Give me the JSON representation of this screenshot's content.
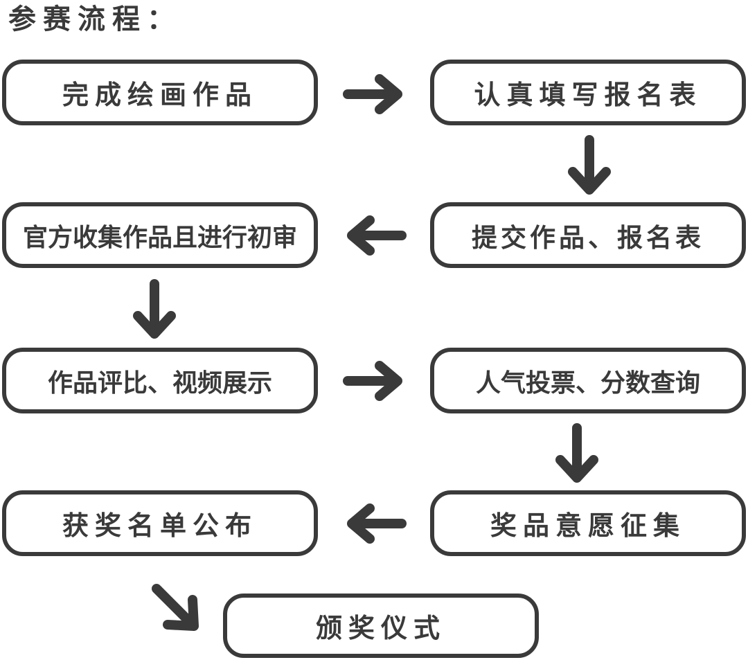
{
  "title": "参赛流程：",
  "steps": [
    {
      "label": "完成绘画作品"
    },
    {
      "label": "认真填写报名表"
    },
    {
      "label": "提交作品、报名表"
    },
    {
      "label": "官方收集作品且进行初审"
    },
    {
      "label": "作品评比、视频展示"
    },
    {
      "label": "人气投票、分数查询"
    },
    {
      "label": "奖品意愿征集"
    },
    {
      "label": "获奖名单公布"
    },
    {
      "label": "颁奖仪式"
    }
  ],
  "colors": {
    "stroke": "#3a3a3a",
    "background": "#ffffff"
  },
  "arrow_icons": [
    "arrow-right-icon",
    "arrow-down-icon",
    "arrow-left-icon",
    "arrow-down-right-icon"
  ]
}
